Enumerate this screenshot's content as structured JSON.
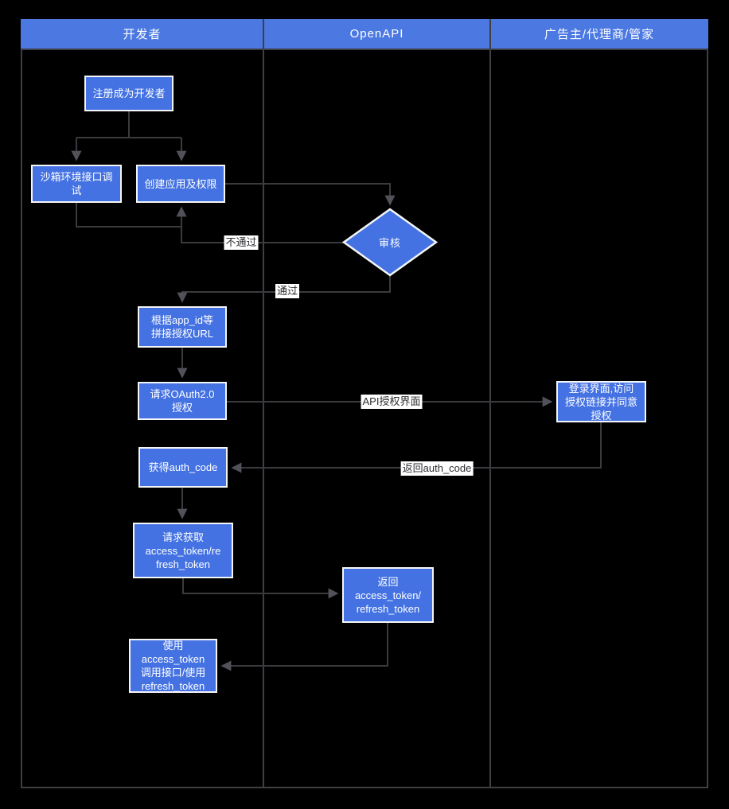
{
  "lanes": [
    {
      "label": "开发者"
    },
    {
      "label": "OpenAPI"
    },
    {
      "label": "广告主/代理商/管家"
    }
  ],
  "nodes": {
    "register": {
      "label": "注册成为开发者"
    },
    "sandbox": {
      "label": "沙箱环境接口调\n试"
    },
    "create_app": {
      "label": "创建应用及权限"
    },
    "review": {
      "label": "审核"
    },
    "build_url": {
      "label": "根据app_id等\n拼接授权URL"
    },
    "request_oauth": {
      "label": "请求OAuth2.0\n授权"
    },
    "get_auth_code": {
      "label": "获得auth_code"
    },
    "request_token": {
      "label": "请求获取\naccess_token/re\nfresh_token"
    },
    "return_token": {
      "label": "返回\naccess_token/\nrefresh_token"
    },
    "use_token": {
      "label": "使用\naccess_token\n调用接口/使用\nrefresh_token"
    },
    "login_authorize": {
      "label": "登录界面,访问\n授权链接并同意\n授权"
    }
  },
  "edge_labels": {
    "fail": "不通过",
    "pass": "通过",
    "api_auth_page": "API授权界面",
    "return_auth_code": "返回auth_code"
  },
  "colors": {
    "background": "#000000",
    "lane_header_fill": "#4b79e1",
    "node_fill": "#4472e2",
    "node_border": "#f4f5f7",
    "grid_line": "#3f3f44",
    "connector_line": "#3b3b3f",
    "arrowhead": "#51515a",
    "edge_label_bg": "#ffffff",
    "edge_label_text": "#2e2e32"
  }
}
